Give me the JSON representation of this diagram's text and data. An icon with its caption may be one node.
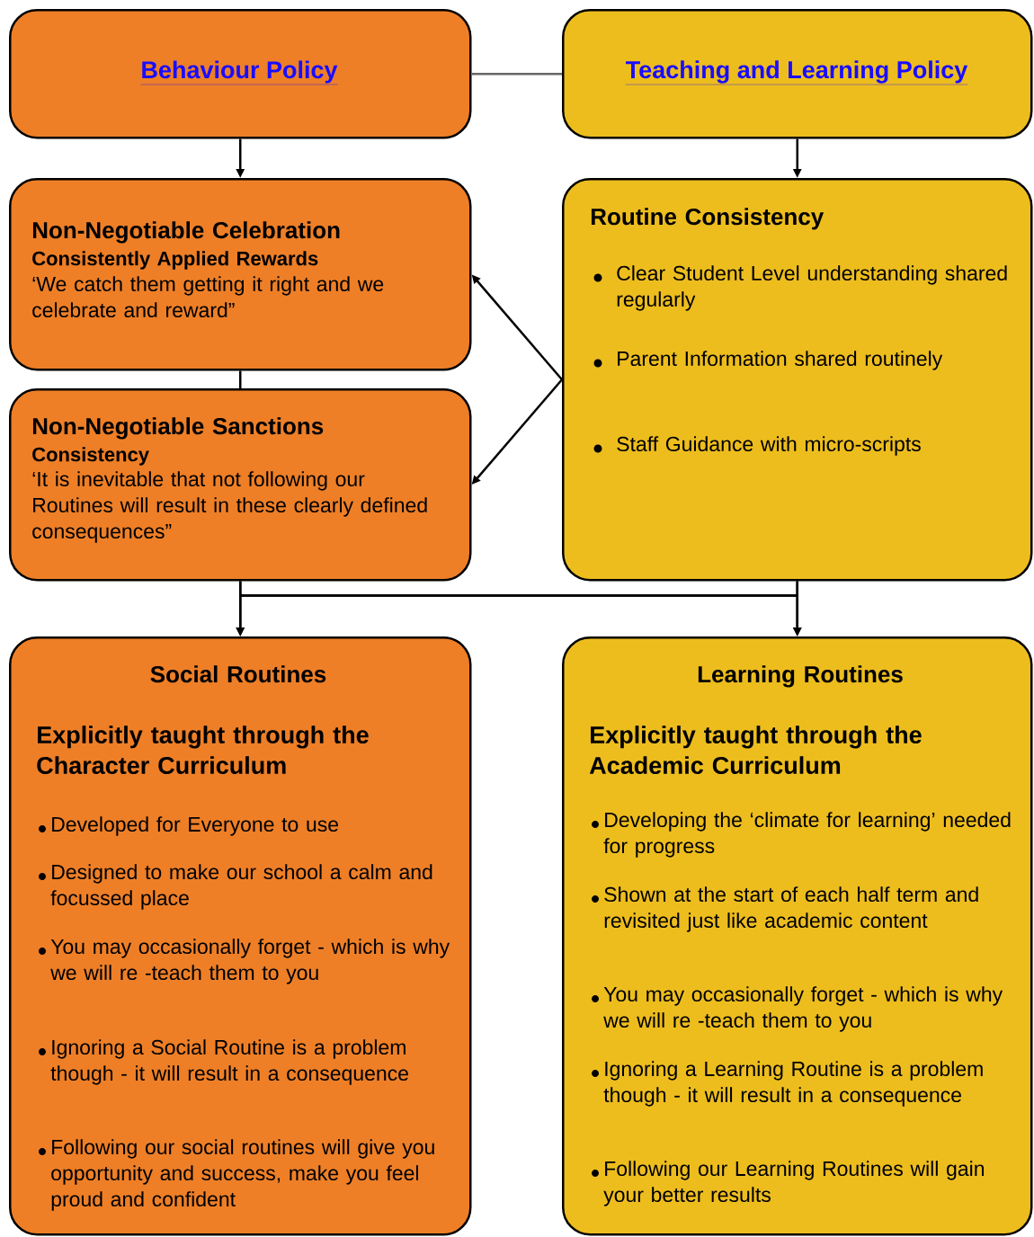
{
  "diagram": {
    "nodes": [
      {
        "text": [
          "Behaviour Policy"
        ]
      },
      {
        "text": [
          "Teaching and Learning Policy"
        ]
      },
      {
        "text": [
          "Non-Negotiable Celebration",
          "Consistently Applied Rewards",
          "‘We catch them getting it right and we celebrate and reward”"
        ]
      },
      {
        "text": [
          "Non-Negotiable Sanctions",
          "Consistency",
          "‘It is inevitable that not following our Routines will result in these clearly defined consequences”"
        ]
      },
      {
        "text": [
          "Routine Consistency",
          "Clear Student Level understanding shared regularly",
          "Parent Information shared routinely",
          "Staff Guidance with micro-scripts"
        ]
      },
      {
        "text": [
          "Social Routines",
          "Explicitly taught through the Character Curriculum",
          "Developed for Everyone to use",
          "Designed to make our school a calm and focussed place",
          "You may occasionally forget - which is why we will re -teach them to you",
          "Ignoring a Social Routine is a problem though - it will result in a consequence",
          "Following our social routines will give you opportunity and success, make you feel proud and confident"
        ]
      },
      {
        "text": [
          "Learning Routines",
          "Explicitly taught through the Academic Curriculum",
          "Developing the ‘climate for learning’ needed for progress",
          "Shown at the start of each half term and revisited just like academic content",
          "You may occasionally forget - which is why we will re -teach them to you",
          "Ignoring a Learning Routine is a problem though - it will result in a consequence",
          "Following our Learning Routines will gain your better results"
        ]
      }
    ],
    "edges": [
      {
        "from": 0,
        "to": 1,
        "arrow": "none",
        "color": "#666666"
      },
      {
        "from": 0,
        "to": 2,
        "arrow": "to"
      },
      {
        "from": 1,
        "to": 4,
        "arrow": "to"
      },
      {
        "from": 4,
        "to": 2,
        "arrow": "to"
      },
      {
        "from": 4,
        "to": 3,
        "arrow": "to"
      },
      {
        "from": 2,
        "to": 3,
        "arrow": "none"
      },
      {
        "from": 3,
        "to": 5,
        "arrow": "to"
      },
      {
        "from": 3,
        "to": 6,
        "arrow": "to"
      },
      {
        "from": 4,
        "to": 5,
        "arrow": "to"
      },
      {
        "from": 4,
        "to": 6,
        "arrow": "to"
      }
    ]
  }
}
